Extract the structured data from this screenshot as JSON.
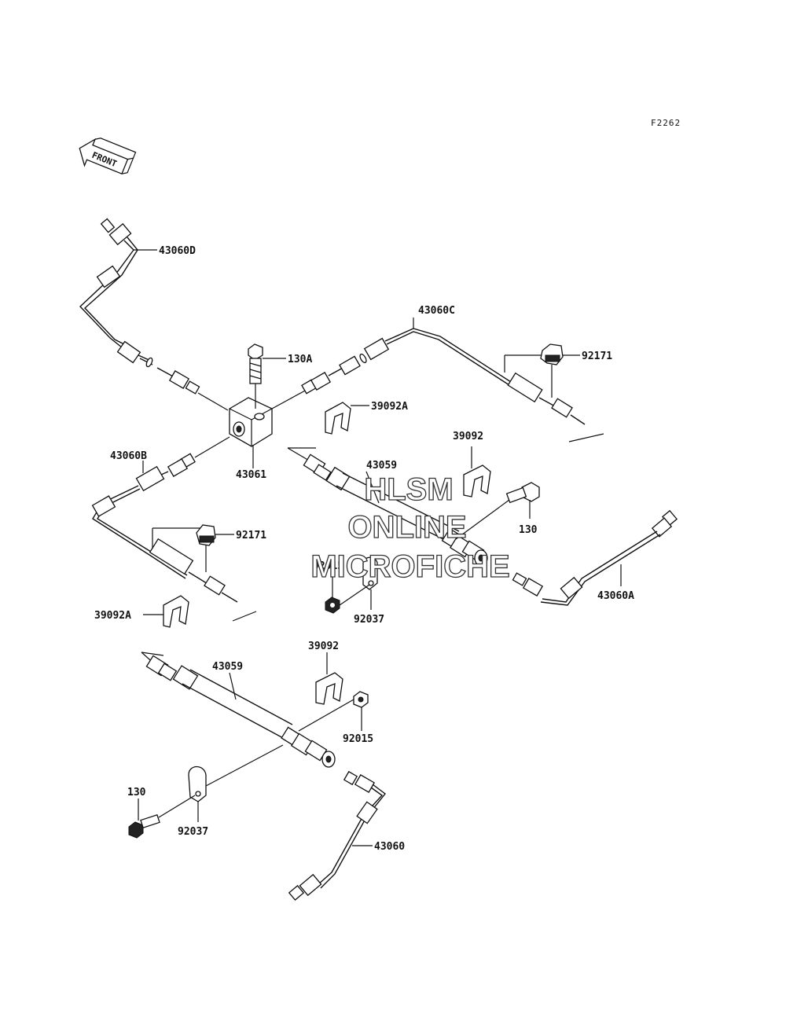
{
  "diagram_code": "F2262",
  "front_label": "FRONT",
  "watermark": {
    "line1": "HLSM",
    "line2": "ONLINE",
    "line3": "MICROFICHE"
  },
  "labels": {
    "p43060D": "43060D",
    "p130A": "130A",
    "p43060C": "43060C",
    "p92171_top": "92171",
    "p39092A_top": "39092A",
    "p43060B": "43060B",
    "p43061": "43061",
    "p39092_top": "39092",
    "p43059_top": "43059",
    "p130_right": "130",
    "p92171_left": "92171",
    "p92015_mid": "92015",
    "p92037_mid": "92037",
    "p43060A": "43060A",
    "p39092A_left": "39092A",
    "p39092_low": "39092",
    "p43059_low": "43059",
    "p92015_low": "92015",
    "p130_low": "130",
    "p92037_low": "92037",
    "p43060": "43060"
  }
}
